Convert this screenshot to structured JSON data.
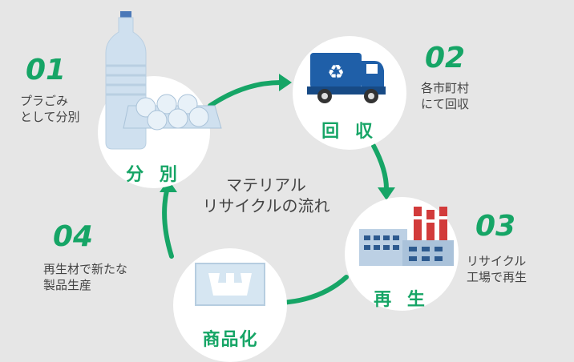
{
  "center_title": "マテリアル\nリサイクルの流れ",
  "steps": [
    {
      "num": "01",
      "stage": "分 別",
      "desc": "プラごみ\nとして分別",
      "icon": "plastic-bottle-and-tray"
    },
    {
      "num": "02",
      "stage": "回 収",
      "desc": "各市町村\nにて回収",
      "icon": "garbage-truck"
    },
    {
      "num": "03",
      "stage": "再 生",
      "desc": "リサイクル\n工場で再生",
      "icon": "factory"
    },
    {
      "num": "04",
      "stage": "商品化",
      "desc": "再生材で新たな\n製品生産",
      "icon": "plastic-container"
    }
  ],
  "colors": {
    "accent": "#16a566",
    "truck": "#1f5fa8",
    "background": "#e6e6e6"
  }
}
